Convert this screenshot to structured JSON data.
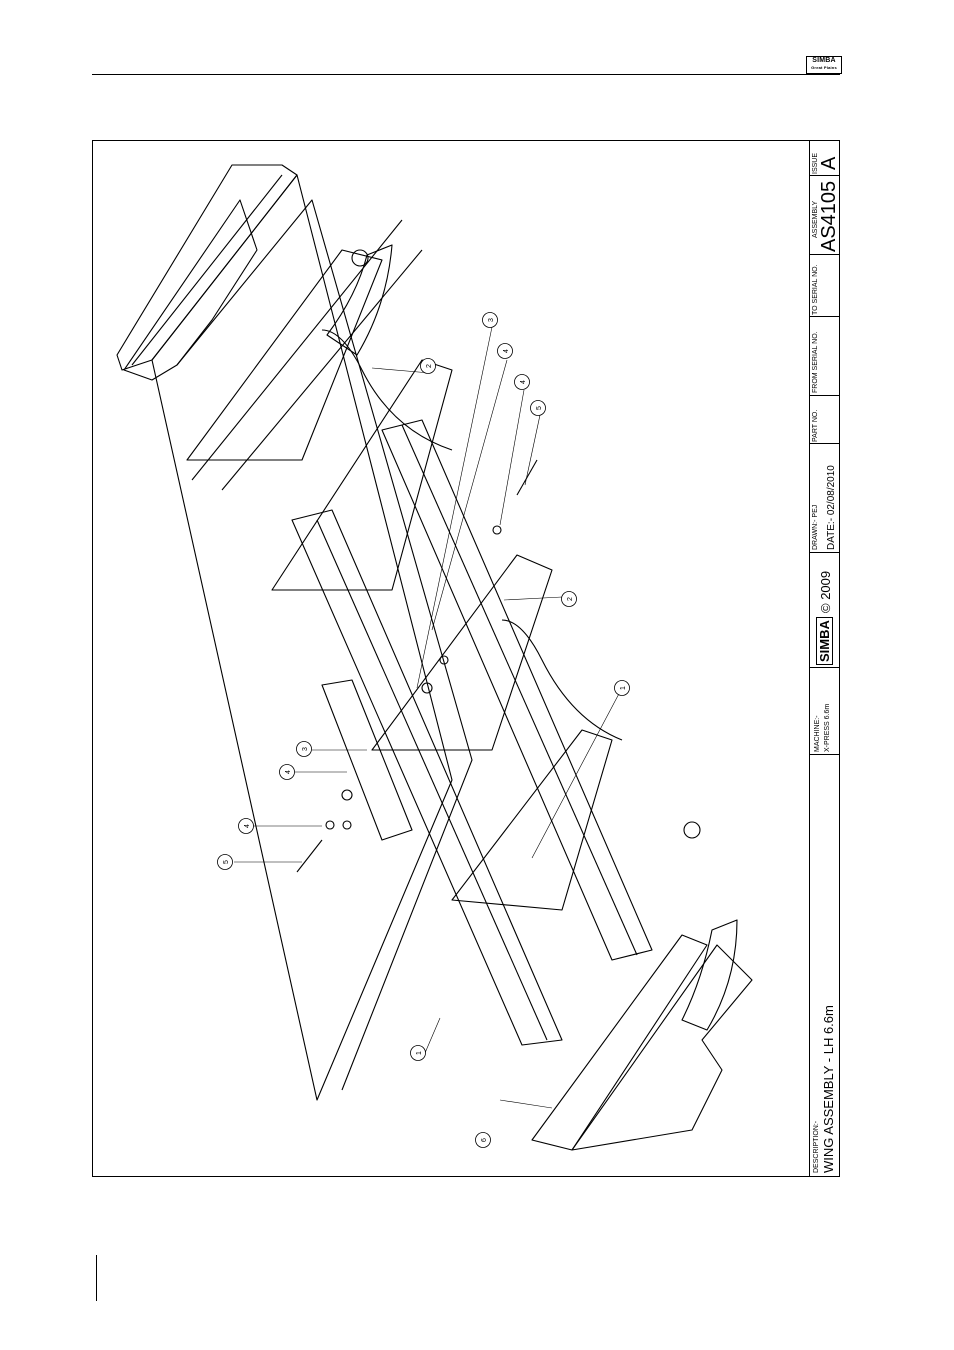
{
  "header": {
    "logo_text": "SIMBA",
    "logo_sub": "Great Plains"
  },
  "title_block": {
    "description_label": "DESCRIPTION:-",
    "description": "WING ASSEMBLY - LH 6.6m",
    "machine_label": "MACHINE:-",
    "machine": "X-PRESS 6.6m",
    "brand": "SIMBA",
    "copyright": "© 2009",
    "drawn_label": "DRAWN:- PEJ",
    "date_label": "DATE:- 02/08/2010",
    "part_no_label": "PART NO.",
    "from_serial_label": "FROM SERIAL NO.",
    "to_serial_label": "TO SERIAL NO.",
    "assembly_label": "ASSEMBLY",
    "assembly": "AS4105",
    "issue_label": "ISSUE",
    "issue": "A"
  },
  "callouts": [
    "1",
    "1",
    "2",
    "2",
    "3",
    "3",
    "4",
    "4",
    "4",
    "4",
    "5",
    "5",
    "6"
  ]
}
